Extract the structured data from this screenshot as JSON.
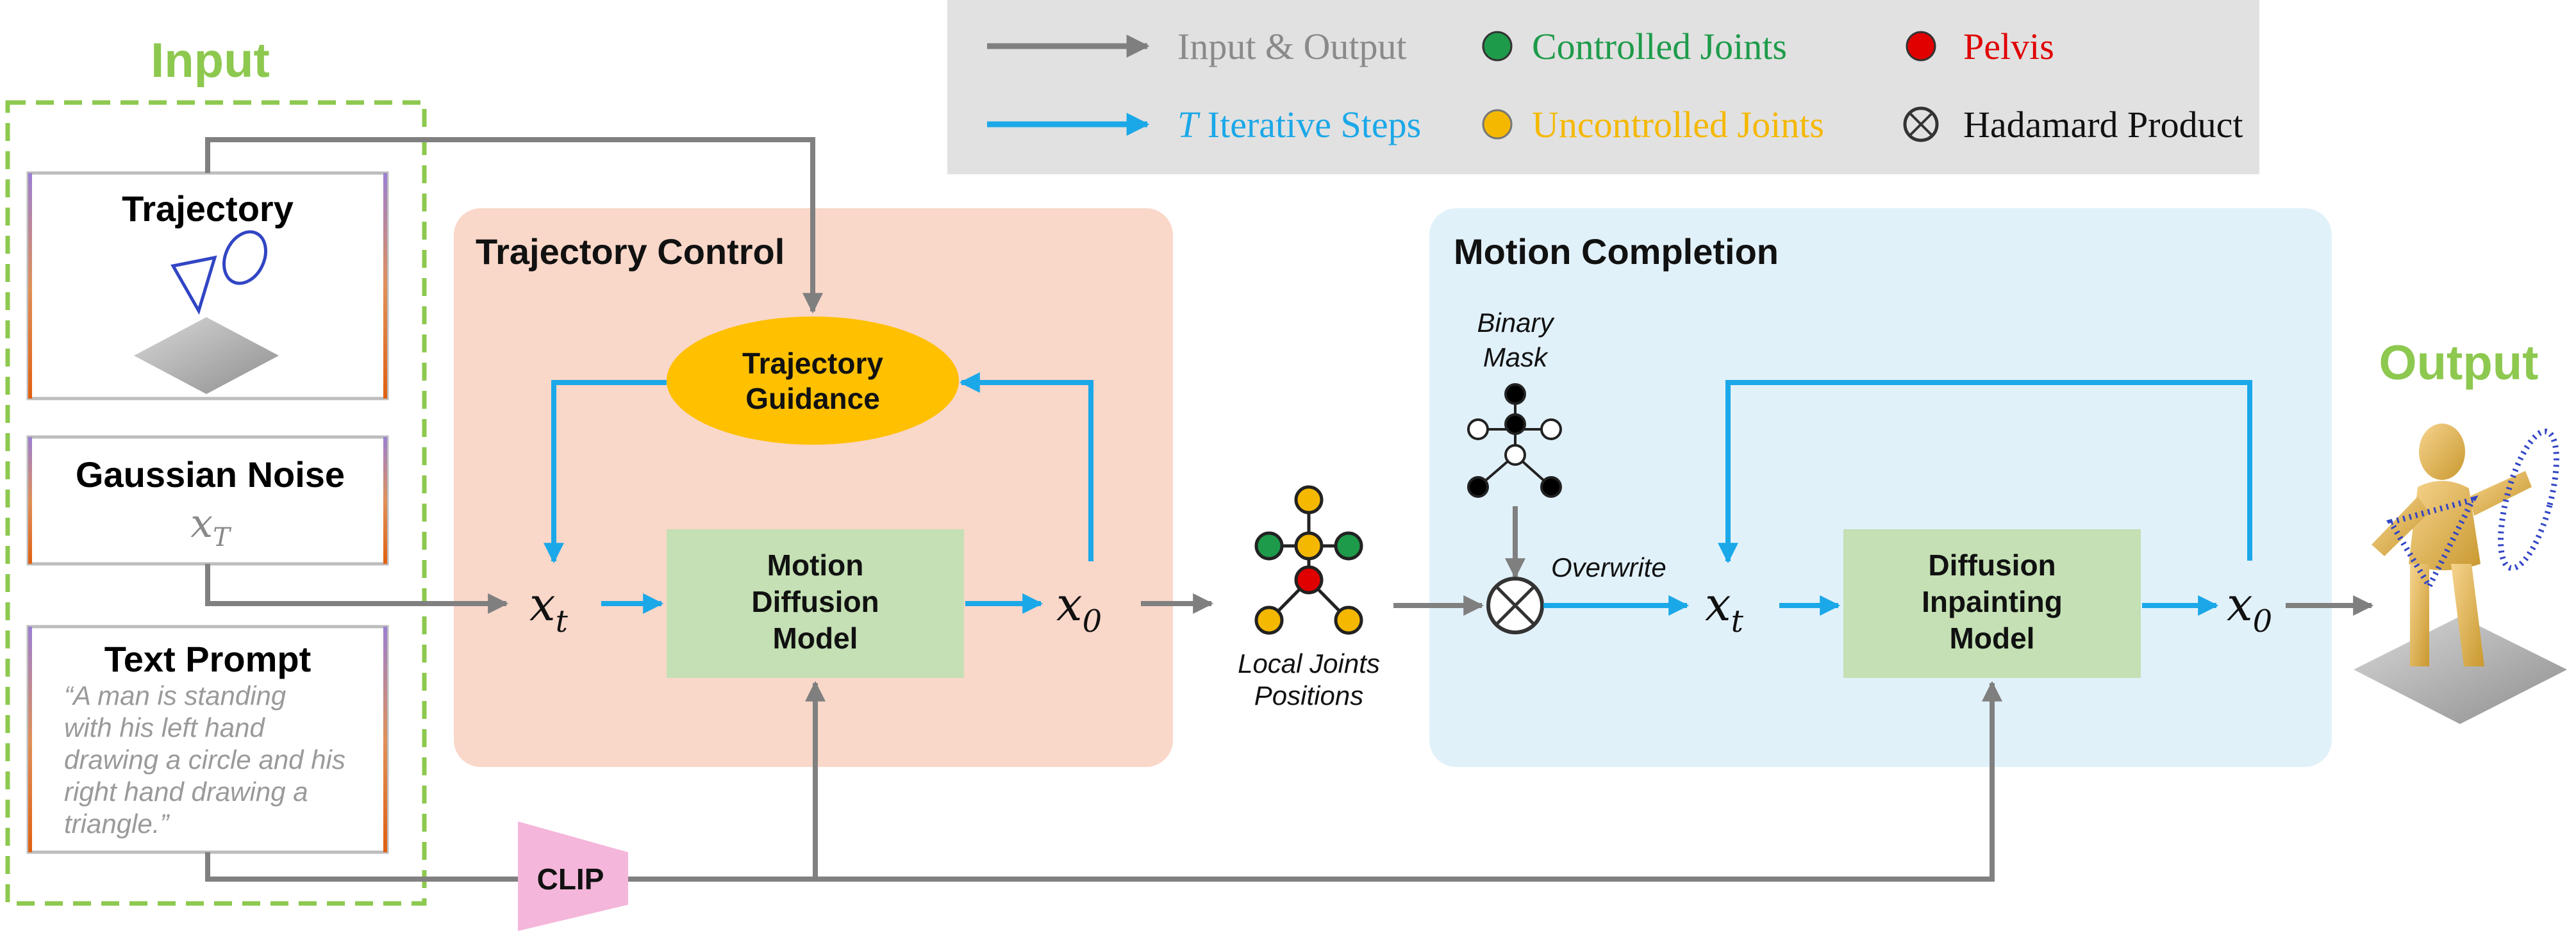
{
  "input_label": "Input",
  "output_label": "Output",
  "legend": {
    "input_output": "Input & Output",
    "iterative_T": "T",
    "iterative_steps": " Iterative Steps",
    "controlled_joints": "Controlled Joints",
    "uncontrolled_joints": "Uncontrolled Joints",
    "pelvis": "Pelvis",
    "hadamard": "Hadamard Product"
  },
  "inputs": {
    "trajectory": "Trajectory",
    "gaussian_noise": "Gaussian Noise",
    "noise_symbol": "x",
    "noise_subscript": "T",
    "text_prompt": "Text Prompt",
    "prompt_lines": [
      "“A man is standing",
      "with his left hand",
      "drawing a circle and his",
      "right hand drawing a",
      "triangle.”"
    ]
  },
  "trajectory_control": {
    "title": "Trajectory Control",
    "guidance_line1": "Trajectory",
    "guidance_line2": "Guidance",
    "model_line1": "Motion",
    "model_line2": "Diffusion",
    "model_line3": "Model",
    "xt_symbol": "x",
    "xt_subscript": "t",
    "x0_symbol": "x",
    "x0_subscript": "0"
  },
  "local_joints": {
    "line1": "Local Joints",
    "line2": "Positions"
  },
  "motion_completion": {
    "title": "Motion Completion",
    "mask_line1": "Binary",
    "mask_line2": "Mask",
    "overwrite": "Overwrite",
    "model_line1": "Diffusion",
    "model_line2": "Inpainting",
    "model_line3": "Model",
    "xt_symbol": "x",
    "xt_subscript": "t",
    "x0_symbol": "x",
    "x0_subscript": "0"
  },
  "clip_label": "CLIP",
  "colors": {
    "green_label": "#8DC84F",
    "gray_arrow": "#808080",
    "blue_arrow": "#1BA8E8",
    "controlled": "#1E9B4A",
    "uncontrolled": "#F5B800",
    "pelvis": "#E00000",
    "tc_panel": "#F9D7C9",
    "mc_panel": "#E1F1FA",
    "guidance_fill": "#FFC000",
    "model_fill": "#C4E0B4",
    "clip_fill": "#F4B6DA"
  }
}
